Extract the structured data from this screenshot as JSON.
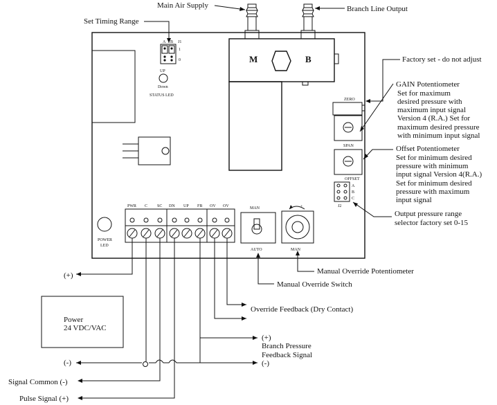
{
  "labels": {
    "main_air_supply": "Main Air Supply",
    "branch_line_output": "Branch Line Output",
    "set_timing_range": "Set Timing Range",
    "factory_set": "Factory set - do not adjust",
    "gain_title": "GAIN Potentiometer",
    "gain_lines": [
      "Set for maximum",
      "desired pressure with",
      "maximum input signal",
      "Version 4 (R.A.) Set for",
      "maximum desired pressure",
      "with minimum input signal"
    ],
    "offset_title": "Offset Potentiometer",
    "offset_lines": [
      "Set for minimum desired",
      "pressure with minimum",
      "input signal Version 4(R.A.)",
      "Set for minimum desired",
      "pressure with maximum",
      "input signal"
    ],
    "output_range": [
      "Output pressure range",
      "selector factory set 0-15"
    ],
    "manual_override_pot": "Manual Override Potentiometer",
    "manual_override_switch": "Manual Override Switch",
    "override_feedback": "Override Feedback (Dry Contact)",
    "branch_feedback_plus": "(+)",
    "branch_feedback_lines": [
      "Branch Pressure",
      "Feedback Signal"
    ],
    "branch_feedback_minus": "(-)",
    "power_lines": [
      "Power",
      "24 VDC/VAC"
    ],
    "power_plus": "(+)",
    "power_minus": "(-)",
    "signal_common": "Signal Common (-)",
    "pulse_signal": "Pulse Signal (+)"
  },
  "board": {
    "m_label": "M",
    "b_label": "B",
    "jumper_a": "A",
    "jumper_b": "B",
    "jumper_j1": "J1",
    "jumper_1": "1",
    "jumper_0": "0",
    "up": "UP",
    "down": "Down",
    "status_led": "STATUS LED",
    "power_led": [
      "POWER",
      "LED"
    ],
    "zero": "ZERO",
    "span": "SPAN",
    "offset": "OFFSET",
    "j2": "J2",
    "j2_a": "A",
    "j2_b": "B",
    "j2_c": "C",
    "terminals": [
      "PWR",
      "C",
      "SC",
      "DN",
      "UP",
      "FB",
      "OV",
      "OV"
    ],
    "man_top": "MAN",
    "auto": "AUTO",
    "man_bottom": "MAN",
    "plus_mark": "+"
  }
}
